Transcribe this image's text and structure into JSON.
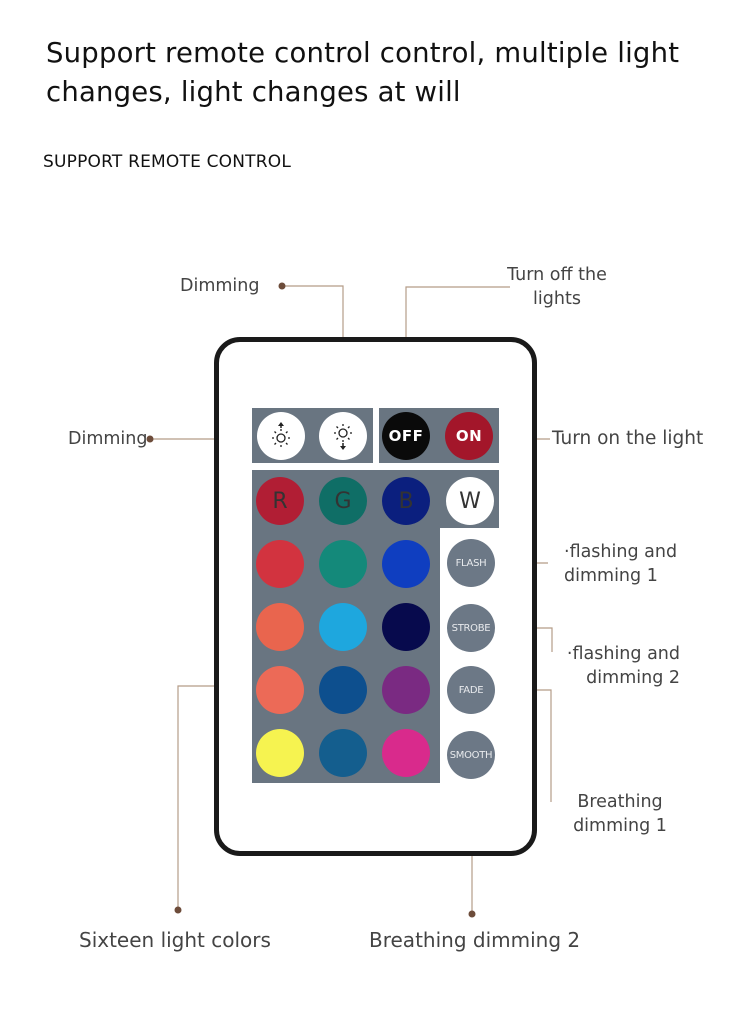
{
  "header": {
    "headline": "Support remote control control, multiple light changes, light changes at will",
    "subhead": "SUPPORT REMOTE CONTROL"
  },
  "callouts": {
    "dimming_top": "Dimming",
    "dimming_left": "Dimming",
    "turn_off": "Turn off the lights",
    "turn_on": "Turn on the light",
    "flash": "·flashing and dimming 1",
    "strobe": "·flashing and dimming 2",
    "smooth": "Breathing dimming 1",
    "sixteen": "Sixteen light colors",
    "breathing2": "Breathing dimming 2"
  },
  "remote": {
    "off_label": "OFF",
    "on_label": "ON",
    "r_label": "R",
    "g_label": "G",
    "b_label": "B",
    "w_label": "W",
    "flash_label": "FLASH",
    "strobe_label": "STROBE",
    "fade_label": "FADE",
    "smooth_label": "SMOOTH",
    "brightness_up_icon": "brightness-up-icon",
    "brightness_down_icon": "brightness-down-icon",
    "colors": {
      "panel": "#697581",
      "off": "#0a0a0a",
      "on": "#a3162a",
      "r": "#b11e34",
      "g": "#0f6e66",
      "b": "#0b1f7e",
      "w": "#ffffff",
      "grid": [
        [
          "#d2333f",
          "#14897a",
          "#0f3ec0"
        ],
        [
          "#e9654e",
          "#1ea7de",
          "#070a4d"
        ],
        [
          "#ec6a57",
          "#0d4f8e",
          "#7a2a82"
        ],
        [
          "#f6f350",
          "#145e8e",
          "#d92a8c"
        ]
      ],
      "effect_buttons": "#6c7886"
    }
  }
}
